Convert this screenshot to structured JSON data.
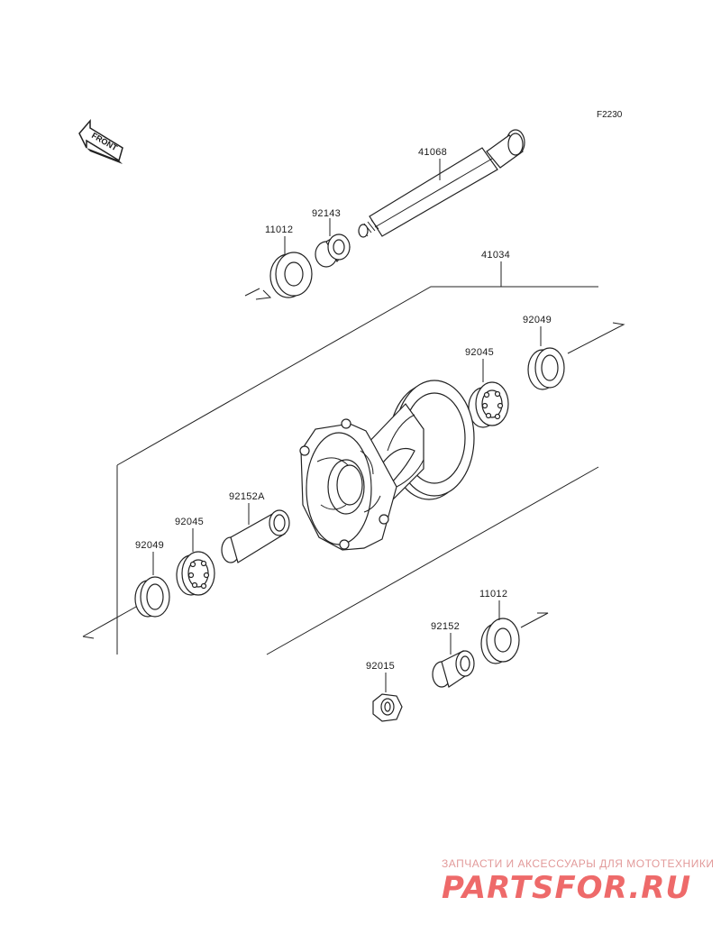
{
  "figure_code": "F2230",
  "front_arrow_text": "FRONT",
  "parts": [
    {
      "id": "p41068",
      "number": "41068"
    },
    {
      "id": "p11012_top",
      "number": "11012"
    },
    {
      "id": "p92143",
      "number": "92143"
    },
    {
      "id": "p41034",
      "number": "41034"
    },
    {
      "id": "p92049_right",
      "number": "92049"
    },
    {
      "id": "p92045_right",
      "number": "92045"
    },
    {
      "id": "p92152A",
      "number": "92152A"
    },
    {
      "id": "p92045_left",
      "number": "92045"
    },
    {
      "id": "p92049_left",
      "number": "92049"
    },
    {
      "id": "p11012_bottom",
      "number": "11012"
    },
    {
      "id": "p92152",
      "number": "92152"
    },
    {
      "id": "p92015",
      "number": "92015"
    }
  ],
  "watermark": {
    "tagline": "ЗАПЧАСТИ И АКСЕССУАРЫ ДЛЯ МОТОТЕХНИКИ",
    "logo": "PARTSFOR.RU"
  }
}
